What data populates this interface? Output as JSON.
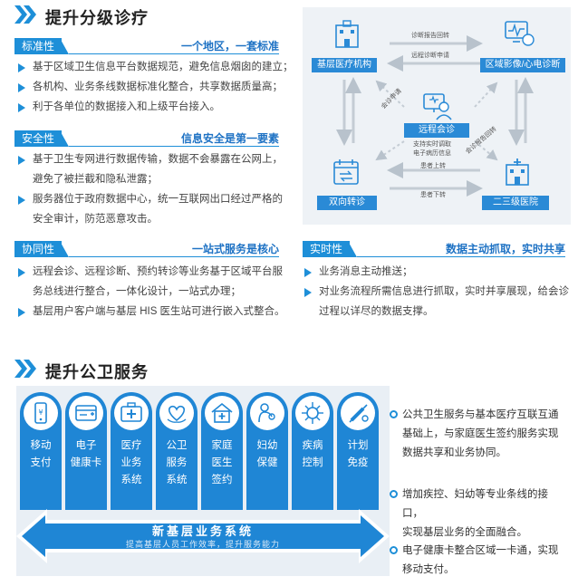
{
  "section1": {
    "title": "提升分级诊疗",
    "blocks": [
      {
        "tag": "标准性",
        "headline": "一个地区，一套标准",
        "items": [
          "基于区域卫生信息平台数据规范，避免信息烟囱的建立；",
          "各机构、业务条线数据标准化整合，共享数据质量高；",
          "利于各单位的数据接入和上级平台接入。"
        ]
      },
      {
        "tag": "安全性",
        "headline": "信息安全是第一要素",
        "items": [
          "基于卫生专网进行数据传输，数据不会暴露在公网上，",
          "避免了被拦截和隐私泄露；",
          "服务器位于政府数据中心，统一互联网出口经过严格的",
          "安全审计，防范恶意攻击。"
        ]
      },
      {
        "tag": "协同性",
        "headline": "一站式服务是核心",
        "items": [
          "远程会诊、远程诊断、预约转诊等业务基于区域平台服",
          "务总线进行整合，一体化设计，一站式办理；",
          "基层用户客户端与基层 HIS 医生站可进行嵌入式整合。"
        ]
      },
      {
        "tag": "实时性",
        "headline": "数据主动抓取，实时共享",
        "items": [
          "业务消息主动推送；",
          "对业务流程所需信息进行抓取，实时并享展现，给会诊",
          "过程以详尽的数据支撑。"
        ]
      }
    ]
  },
  "diagram": {
    "nodes": [
      "基层医疗机构",
      "区域影像/心电诊断",
      "远程会诊",
      "双向转诊",
      "二三级医院"
    ],
    "arrows": [
      "诊断报告回转",
      "远程诊断申请",
      "会诊申请",
      "会诊报告回转",
      "支持实时调取",
      "电子病历信息",
      "患者上转",
      "患者下转"
    ]
  },
  "section2": {
    "title": "提升公卫服务",
    "pillars": [
      {
        "icon": "mobile-pay-icon",
        "lines": [
          "移动",
          "支付"
        ]
      },
      {
        "icon": "health-card-icon",
        "lines": [
          "电子",
          "健康卡"
        ]
      },
      {
        "icon": "medical-kit-icon",
        "lines": [
          "医疗",
          "业务",
          "系统"
        ]
      },
      {
        "icon": "heart-hands-icon",
        "lines": [
          "公卫",
          "服务",
          "系统"
        ]
      },
      {
        "icon": "house-doctor-icon",
        "lines": [
          "家庭",
          "医生",
          "签约"
        ]
      },
      {
        "icon": "mother-child-icon",
        "lines": [
          "妇幼",
          "保健"
        ]
      },
      {
        "icon": "virus-icon",
        "lines": [
          "疾病",
          "控制"
        ]
      },
      {
        "icon": "vaccine-icon",
        "lines": [
          "计划",
          "免疫"
        ]
      }
    ],
    "banner_title": "新基层业务系统",
    "banner_subtitle": "提高基层人员工作效率，提升服务能力",
    "bullets": [
      [
        "公共卫生服务与基本医疗互联互通",
        "基础上，与家庭医生签约服务实现",
        "数据共享和业务协同。"
      ],
      [
        "增加疾控、妇幼等专业条线的接口，",
        "实现基层业务的全面融合。"
      ],
      [
        "电子健康卡整合区域一卡通，实现",
        "移动支付。"
      ]
    ]
  },
  "colors": {
    "accent": "#1e8fd8",
    "pillar": "#1f86d5",
    "headline": "#1e72c4"
  }
}
